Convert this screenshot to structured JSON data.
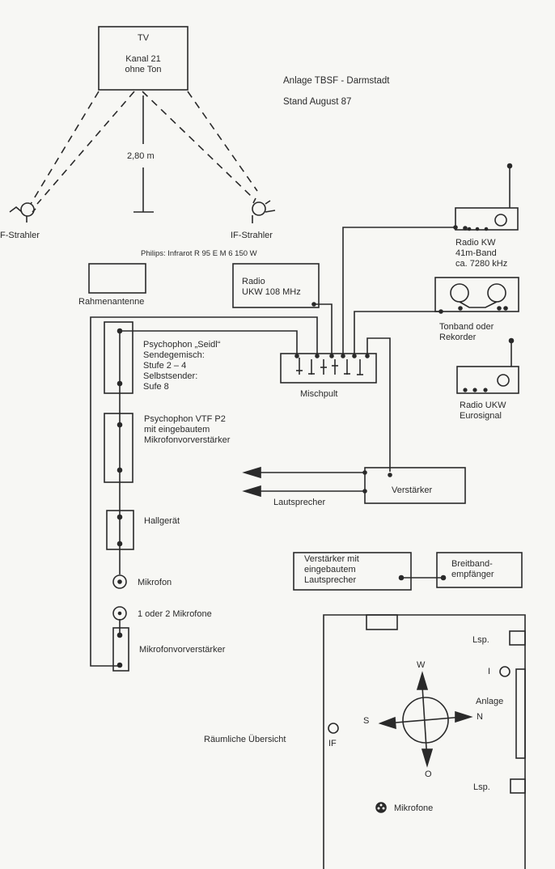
{
  "header": {
    "title": "Anlage TBSF - Darmstadt",
    "subtitle": "Stand August 87"
  },
  "tv": {
    "line1": "TV",
    "line2": "Kanal 21",
    "line3": "ohne Ton"
  },
  "distance_label": "2,80 m",
  "if_strahler_left": "F-Strahler",
  "if_strahler_right": "IF-Strahler",
  "philips_note": "Philips: Infrarot R 95 E  M 6 150 W",
  "rahmenantenne": "Rahmenantenne",
  "radio_ukw_108": {
    "line1": "Radio",
    "line2": "UKW 108 MHz"
  },
  "radio_kw": {
    "line1": "Radio KW",
    "line2": "41m-Band",
    "line3": "ca. 7280 kHz"
  },
  "tonband": {
    "line1": "Tonband oder",
    "line2": "Rekorder"
  },
  "radio_ukw_euro": {
    "line1": "Radio UKW",
    "line2": "Eurosignal"
  },
  "psychophon_seidl": {
    "line1": "Psychophon „Seidl“",
    "line2": "Sendegemisch:",
    "line3": "Stufe 2 – 4",
    "line4": "Selbstsender:",
    "line5": "Sufe 8"
  },
  "psychophon_vtf": {
    "line1": "Psychophon VTF P2",
    "line2": "mit eingebautem",
    "line3": "Mikrofonvorverstärker"
  },
  "mischpult": "Mischpult",
  "verstaerker": "Verstärker",
  "lautsprecher": "Lautsprecher",
  "hallgeraet": "Hallgerät",
  "mikrofon": "Mikrofon",
  "mikrofone_1_2": "1 oder 2 Mikrofone",
  "mikrofonvorverstaerker": "Mikrofonvorverstärker",
  "verstaerker_lsp": {
    "line1": "Verstärker mit",
    "line2": "eingebautem",
    "line3": "Lautsprecher"
  },
  "breitband": {
    "line1": "Breitband-",
    "line2": "empfänger"
  },
  "room": {
    "title": "Räumliche Übersicht",
    "lsp_top": "Lsp.",
    "lsp_bottom": "Lsp.",
    "i_label": "I",
    "anlage": "Anlage",
    "compass": {
      "north": "N",
      "south": "S",
      "west": "W",
      "east": "O"
    },
    "if_label": "IF",
    "mikrofone": "Mikrofone"
  }
}
